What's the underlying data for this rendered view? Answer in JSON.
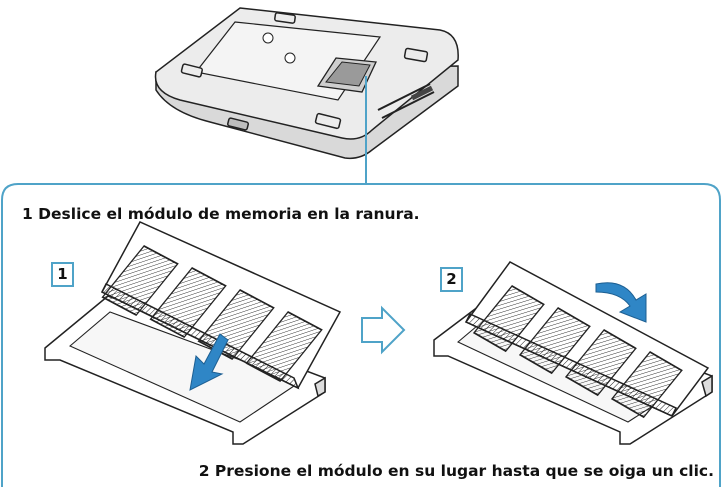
{
  "instructions": {
    "step1_text": "1 Deslice el módulo de memoria en la ranura.",
    "step2_text": "2 Presione el módulo en su lugar hasta que se oiga un clic.",
    "badge1": "1",
    "badge2": "2"
  },
  "colors": {
    "frame": "#4fa3c8",
    "arrow_blue": "#2f86c6",
    "line": "#222222",
    "laptop_fill": "#ececec"
  },
  "icons": {
    "next_step": "outline-arrow-right-icon",
    "insert_direction": "blue-arrow-down-left-icon",
    "press_direction": "blue-curved-arrow-icon"
  }
}
